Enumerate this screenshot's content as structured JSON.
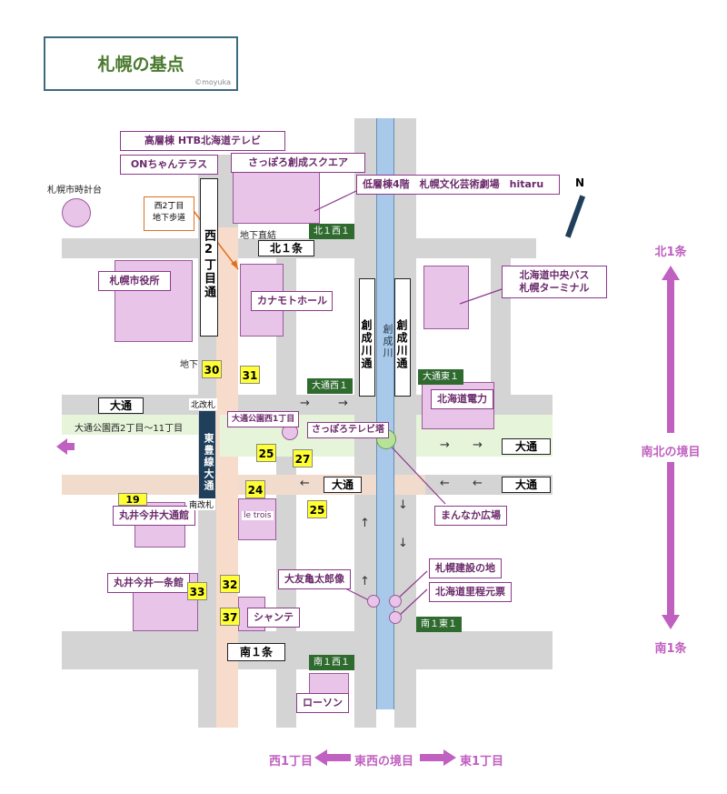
{
  "header": {
    "title": "札幌の基点",
    "credit": "©moyuka"
  },
  "landmarks": {
    "clock_tower": "札幌市時計台",
    "nishi2_underground": [
      "西2丁目",
      "地下歩道"
    ],
    "city_hall": "札幌市役所",
    "htb": "高層棟 HTB北海道テレビ",
    "on_terrace": "ONちゃんテラス",
    "sousei_square": "さっぽろ創成スクエア",
    "hitaru": "低層棟4階　札幌文化芸術劇場　hitaru",
    "kanamoto": "カナモトホール",
    "bus_terminal": [
      "北海道中央バス",
      "札幌ターミナル"
    ],
    "hepco": "北海道電力",
    "tv_tower": "さっぽろテレビ塔",
    "mannaka": "まんなか広場",
    "odori_park_1": "大通公園西1丁目",
    "odori_park_2_11": "大通公園西2丁目〜11丁目",
    "marui_odori": "丸井今井大通館",
    "marui_ichijo": "丸井今井一条館",
    "le_trois": "le trois",
    "otomo": "大友亀太郎像",
    "kensetsu": "札幌建設の地",
    "riteigenpyo": "北海道里程元票",
    "shante": "シャンテ",
    "lawson": "ローソン",
    "underground_direct": "地下直結",
    "underground": "地下"
  },
  "streets": {
    "kita1": "北１条",
    "odori_left": "大通",
    "odori_mid": "大通",
    "odori_right1": "大通",
    "odori_right2": "大通",
    "minami1": "南１条",
    "nishi2": "西2丁目通",
    "sousei_west": "創成川通",
    "sousei_east": "創成川通",
    "sousei_river": "創成川",
    "toho_line": "東豊線大通"
  },
  "stations": {
    "kita1nishi1": "北１西１",
    "odori_nishi1": "大通西１",
    "odori_higashi1": "大通東１",
    "minami1higashi1": "南１東１",
    "minami1nishi1": "南１西１",
    "kita_kaisatsu": "北改札",
    "minami_kaisatsu": "南改札"
  },
  "exits": {
    "e30": "30",
    "e31": "31",
    "e25a": "25",
    "e27": "27",
    "e24": "24",
    "e25b": "25",
    "e19": "19",
    "e32": "32",
    "e33": "33",
    "e37": "37"
  },
  "compass": {
    "north_marker": "N",
    "north": "北1条",
    "ns_boundary": "南北の境目",
    "south": "南1条",
    "west": "西1丁目",
    "ew_boundary": "東西の境目",
    "east": "東1丁目"
  },
  "colors": {
    "road": "#d4d4d4",
    "river": "#a9c9ea",
    "park": "#e6f4da",
    "sidewalk": "#f8dccb",
    "building": "#e9c4e9",
    "label_border": "#8b3a8b",
    "station_green": "#2f6a2f",
    "exit_yellow": "#ffff33",
    "compass_pink": "#c060c0",
    "subway_navy": "#1f3f5a"
  }
}
